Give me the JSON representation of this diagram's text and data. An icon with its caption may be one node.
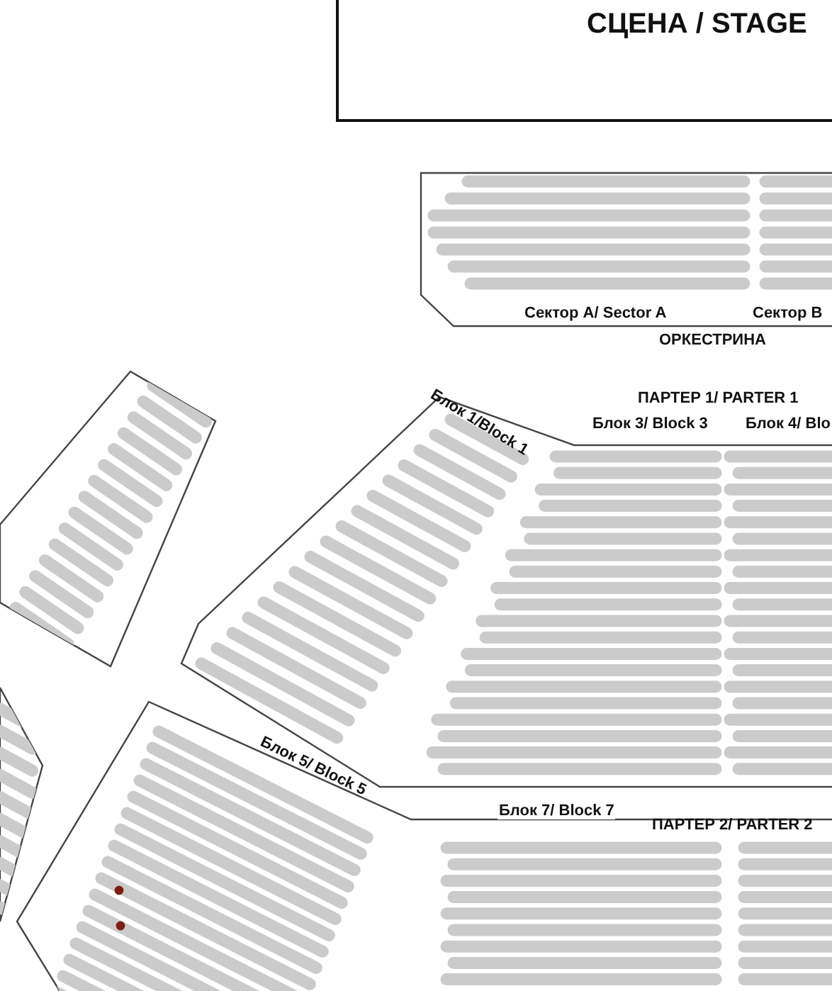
{
  "diagram": {
    "nodes": [
      {
        "text": [
          "СЦЕНА / STAGE"
        ]
      },
      {
        "text": [
          "ОРКЕСТРИНА"
        ]
      },
      {
        "text": [
          "ПАРТЕР 1/ PARTER 1"
        ]
      },
      {
        "text": [
          "ПАРТЕР 2/ PARTER 2"
        ]
      },
      {
        "text": [],
        "shape": "box"
      },
      {
        "text": [],
        "shape": "box"
      }
    ],
    "labels": [
      "Сектор A/ Sector A",
      "Сектор B",
      "Блок 1/Block 1",
      "Блок 3/ Block 3",
      "Блок 4/ Blo",
      "Блок 5/ Block 5",
      "Блок 7/ Block 7"
    ]
  }
}
